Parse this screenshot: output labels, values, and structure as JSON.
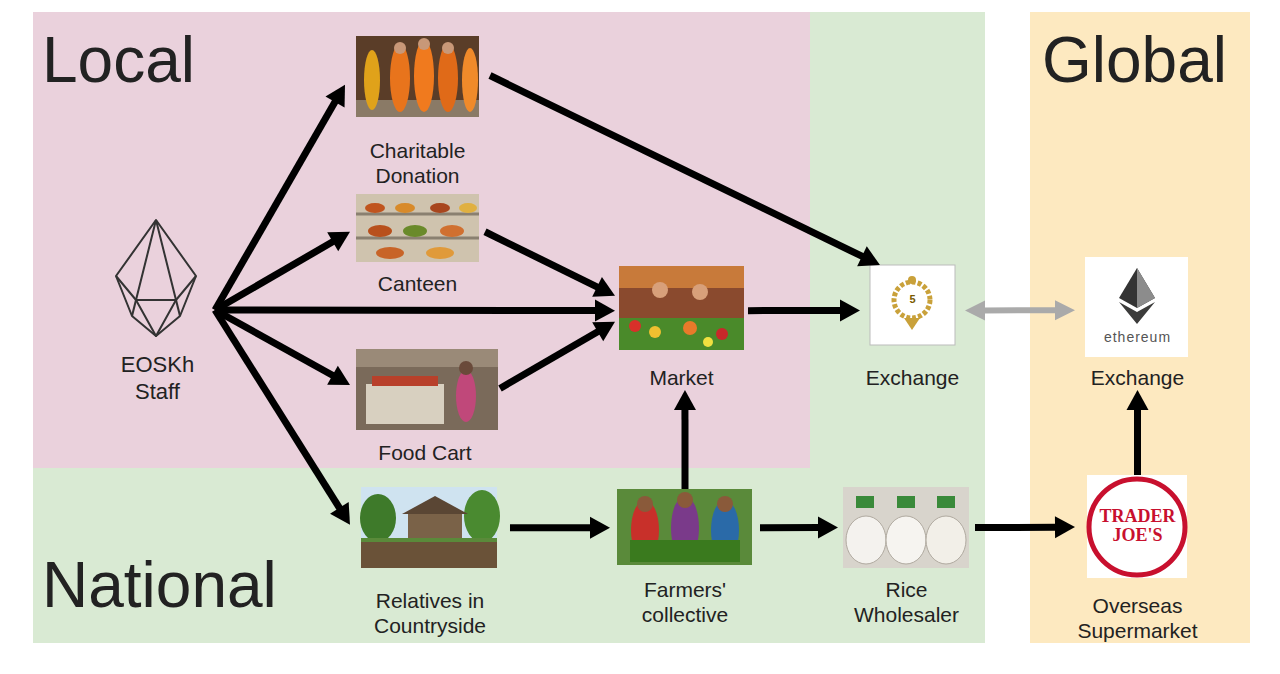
{
  "diagram": {
    "nodes": [
      {
        "text": [
          "National"
        ]
      },
      {
        "text": [
          "Local"
        ],
        "in": 0
      },
      {
        "text": [
          "Global"
        ]
      },
      {
        "text": [
          "EOSKh Staff"
        ],
        "in": 1
      },
      {
        "text": [
          "Charitable Donation"
        ],
        "in": 1
      },
      {
        "text": [
          "Canteen"
        ],
        "in": 1
      },
      {
        "text": [
          "Market"
        ],
        "in": 1
      },
      {
        "text": [
          "Food Cart"
        ],
        "in": 1
      },
      {
        "text": [
          "5",
          "Exchange"
        ],
        "in": 0
      },
      {
        "text": [
          "ethereum",
          "Exchange"
        ],
        "in": 2
      },
      {
        "text": [
          "Relatives in Countryside"
        ],
        "in": 0
      },
      {
        "text": [
          "Farmers' collective"
        ],
        "in": 0
      },
      {
        "text": [
          "Rice Wholesaler"
        ],
        "in": 0
      },
      {
        "text": [
          "TRADER JOE'S",
          "Overseas Supermarket"
        ],
        "in": 2
      }
    ],
    "edges": [
      {
        "from": 3,
        "to": 4,
        "arrow": "to"
      },
      {
        "from": 3,
        "to": 5,
        "arrow": "to"
      },
      {
        "from": 3,
        "to": 6,
        "arrow": "to"
      },
      {
        "from": 3,
        "to": 7,
        "arrow": "to"
      },
      {
        "from": 3,
        "to": 10,
        "arrow": "to"
      },
      {
        "from": 4,
        "to": 8,
        "arrow": "to"
      },
      {
        "from": 5,
        "to": 6,
        "arrow": "to"
      },
      {
        "from": 7,
        "to": 6,
        "arrow": "to"
      },
      {
        "from": 6,
        "to": 8,
        "arrow": "to"
      },
      {
        "from": 8,
        "to": 9,
        "arrow": "both"
      },
      {
        "from": 10,
        "to": 11,
        "arrow": "to"
      },
      {
        "from": 11,
        "to": 6,
        "arrow": "to"
      },
      {
        "from": 11,
        "to": 12,
        "arrow": "to"
      },
      {
        "from": 12,
        "to": 13,
        "arrow": "to"
      },
      {
        "from": 13,
        "to": 9,
        "arrow": "to"
      }
    ]
  }
}
